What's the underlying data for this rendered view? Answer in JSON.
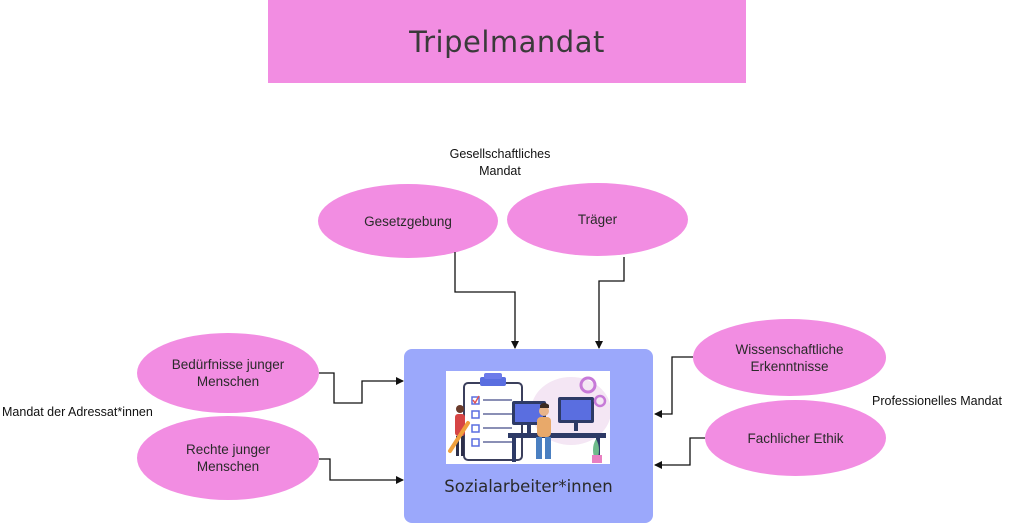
{
  "title": "Tripelmandat",
  "groups": {
    "society": "Gesellschaftliches\nMandat",
    "clients": "Mandat der Adressat*innen",
    "professional": "Professionelles Mandat"
  },
  "nodes": {
    "legislation": "Gesetzgebung",
    "provider": "Träger",
    "needs": "Bedürfnisse junger\nMenschen",
    "rights": "Rechte junger\nMenschen",
    "science": "Wissenschaftliche\nErkenntnisse",
    "ethics": "Fachlicher Ethik"
  },
  "center": {
    "label": "Sozialarbeiter*innen",
    "illustration": "social-worker-at-desk-illustration"
  },
  "colors": {
    "pink": "#f28de2",
    "blue": "#9ba8fb",
    "line": "#111111"
  }
}
